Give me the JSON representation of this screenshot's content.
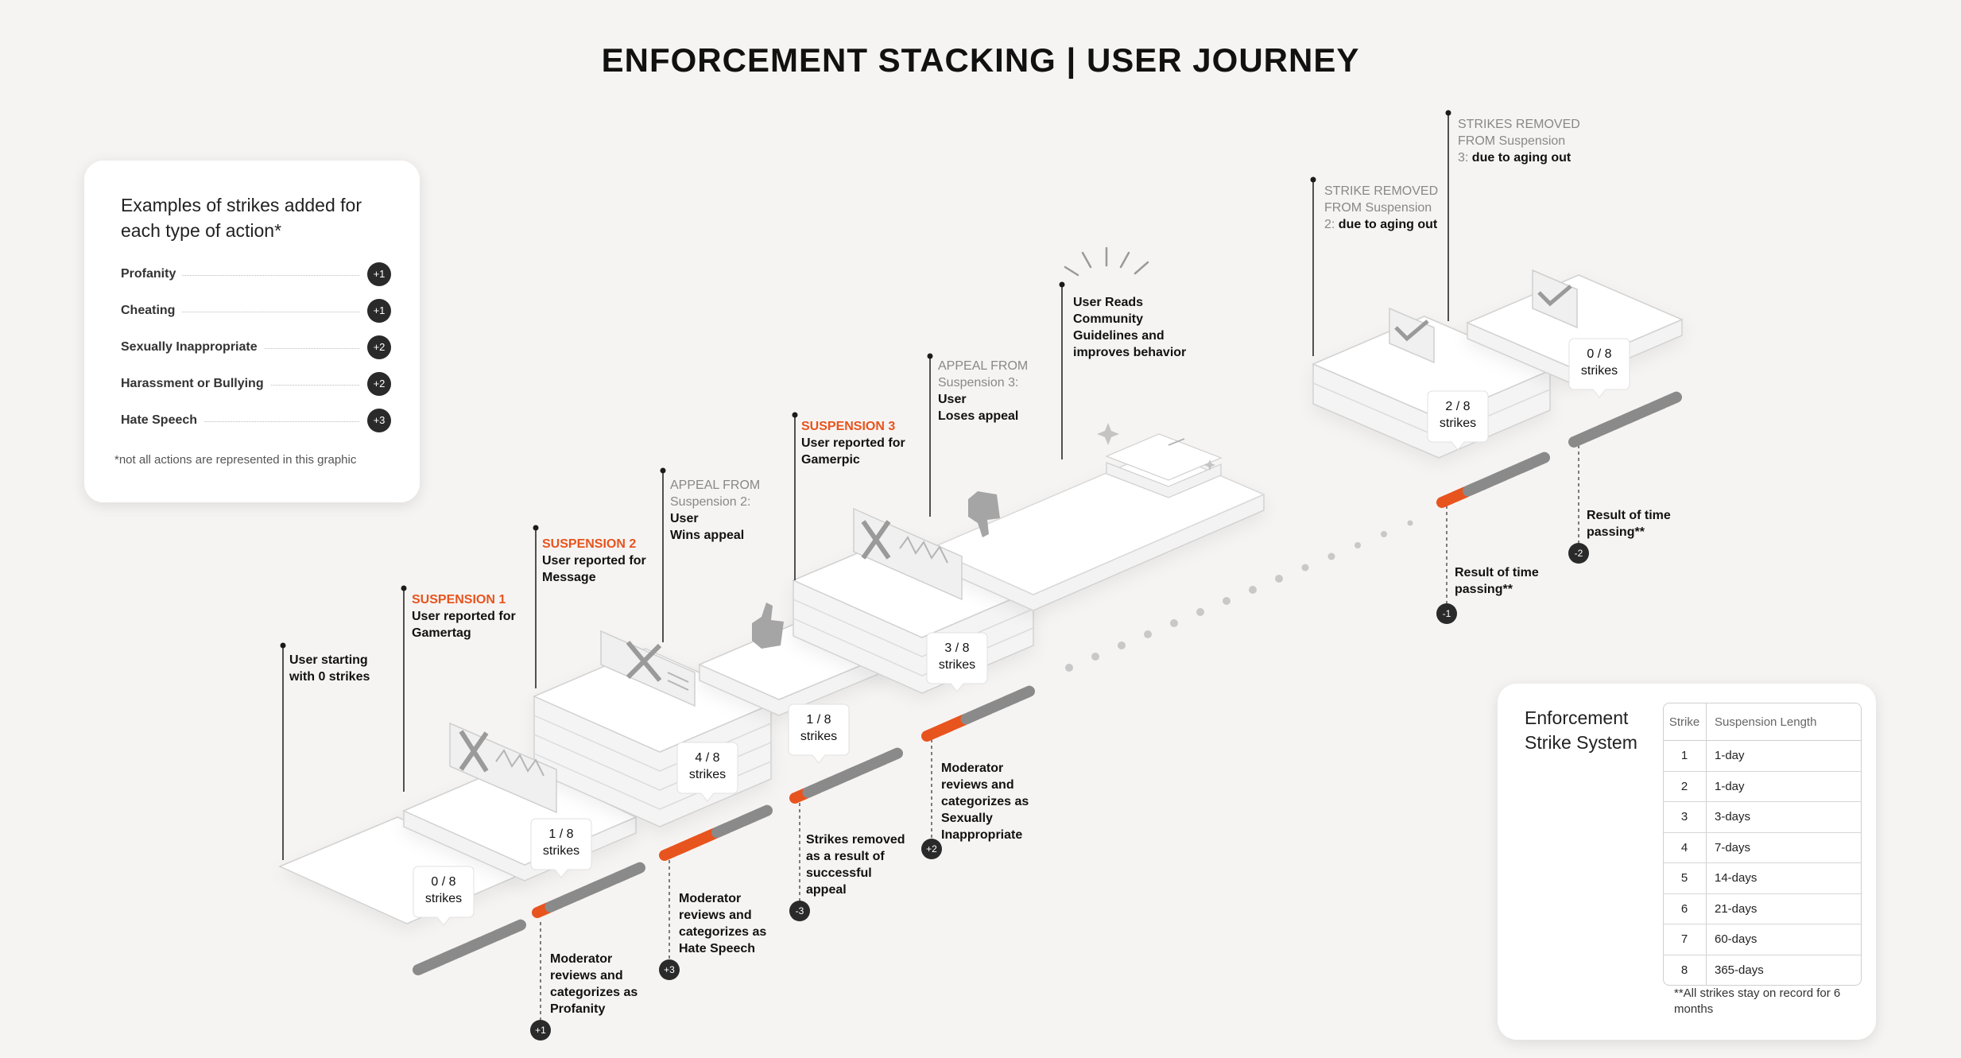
{
  "title": "ENFORCEMENT STACKING | USER JOURNEY",
  "legend": {
    "title": "Examples of strikes added for each type of action*",
    "items": [
      {
        "label": "Profanity",
        "value": "+1"
      },
      {
        "label": "Cheating",
        "value": "+1"
      },
      {
        "label": "Sexually Inappropriate",
        "value": "+2"
      },
      {
        "label": "Harassment or Bullying",
        "value": "+2"
      },
      {
        "label": "Hate Speech",
        "value": "+3"
      }
    ],
    "note": "*not all actions are represented in this graphic"
  },
  "steps": {
    "start": {
      "line1": "User starting",
      "line2": "with 0 strikes"
    },
    "s1": {
      "head": "SUSPENSION 1",
      "line1": "User reported for",
      "line2": "Gamertag"
    },
    "s2": {
      "head": "SUSPENSION 2",
      "line1": "User reported for",
      "line2": "Message"
    },
    "a2": {
      "head1": "APPEAL FROM",
      "head2": "Suspension 2:",
      "line1": "User",
      "line2": "Wins appeal"
    },
    "s3": {
      "head": "SUSPENSION 3",
      "line1": "User reported for",
      "line2": "Gamerpic"
    },
    "a3": {
      "head1": "APPEAL FROM",
      "head2": "Suspension 3:",
      "line1": "User",
      "line2": "Loses appeal"
    },
    "reads": {
      "line1": "User Reads",
      "line2": "Community",
      "line3": "Guidelines and",
      "line4": "improves behavior"
    },
    "r2": {
      "head1": "STRIKE REMOVED",
      "head2": "FROM Suspension",
      "head3": "2:",
      "tail": "due to aging out"
    },
    "r3": {
      "head1": "STRIKES REMOVED",
      "head2": "FROM Suspension",
      "head3": "3:",
      "tail": "due to aging out"
    }
  },
  "bubbles": {
    "b0": {
      "count": "0 / 8",
      "word": "strikes"
    },
    "b1": {
      "count": "1 / 8",
      "word": "strikes"
    },
    "b2": {
      "count": "4 / 8",
      "word": "strikes"
    },
    "b3": {
      "count": "1 / 8",
      "word": "strikes"
    },
    "b4": {
      "count": "3 / 8",
      "word": "strikes"
    },
    "b5": {
      "count": "2 / 8",
      "word": "strikes"
    },
    "b6": {
      "count": "0 / 8",
      "word": "strikes"
    }
  },
  "outcomes": {
    "o1": {
      "lines": [
        "Moderator",
        "reviews and",
        "categorizes as",
        "Profanity"
      ],
      "badge": "+1"
    },
    "o2": {
      "lines": [
        "Moderator",
        "reviews and",
        "categorizes as",
        "Hate Speech"
      ],
      "badge": "+3"
    },
    "o3": {
      "lines": [
        "Strikes removed",
        "as a result of",
        "successful",
        "appeal"
      ],
      "badge": "-3"
    },
    "o4": {
      "lines": [
        "Moderator",
        "reviews and",
        "categorizes as",
        "Sexually",
        "Inappropriate"
      ],
      "badge": "+2"
    },
    "o5": {
      "lines": [
        "Result of time",
        "passing**"
      ],
      "badge": "-1"
    },
    "o6": {
      "lines": [
        "Result of time",
        "passing**"
      ],
      "badge": "-2"
    }
  },
  "strike_track": {
    "total": 8,
    "states": [
      0,
      1,
      4,
      1,
      3,
      2,
      0
    ],
    "filled_color": "#e8541e",
    "empty_color": "#8a8a8a"
  },
  "strike_system": {
    "title": "Enforcement Strike System",
    "headers": [
      "Strike",
      "Suspension Length"
    ],
    "rows": [
      [
        "1",
        "1-day"
      ],
      [
        "2",
        "1-day"
      ],
      [
        "3",
        "3-days"
      ],
      [
        "4",
        "7-days"
      ],
      [
        "5",
        "14-days"
      ],
      [
        "6",
        "21-days"
      ],
      [
        "7",
        "60-days"
      ],
      [
        "8",
        "365-days"
      ]
    ],
    "note": "**All strikes stay on record for 6 months"
  },
  "icons": [
    "x-mark-icon",
    "thumbs-up-icon",
    "thumbs-down-icon",
    "checkmark-icon",
    "sparkle-icon",
    "document-stack-icon"
  ]
}
